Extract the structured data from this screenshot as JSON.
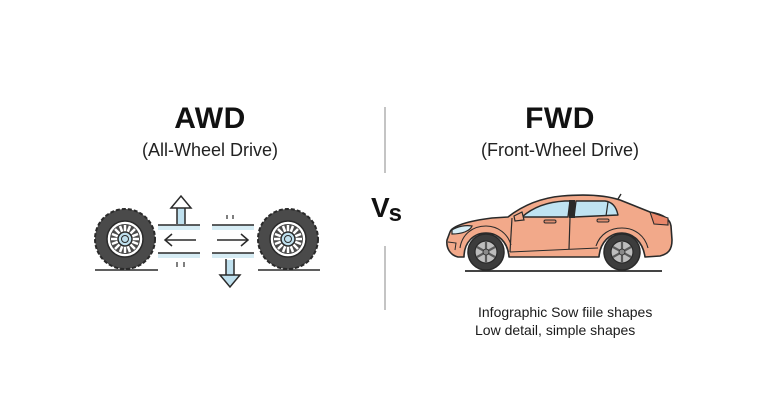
{
  "left_panel": {
    "title": "AWD",
    "subtitle": "(All-Wheel Drive)",
    "illustration": "two-wheels-with-power-arrows"
  },
  "center": {
    "vs_v": "V",
    "vs_s": "s"
  },
  "right_panel": {
    "title": "FWD",
    "subtitle": "(Front-Wheel Drive)",
    "illustration": "sedan-car-side-view"
  },
  "caption": {
    "line1": "Infographic Sow fiile shapes",
    "line2": "Low detail, simple shapes"
  },
  "colors": {
    "background": "#ffffff",
    "text": "#111111",
    "divider": "#c4c4c4",
    "tire": "#4a4a4a",
    "arrow_fill": "#bfe0ee",
    "car_body": "#f2a98a",
    "car_window": "#bfe3f2",
    "outline": "#2a2a2a"
  }
}
